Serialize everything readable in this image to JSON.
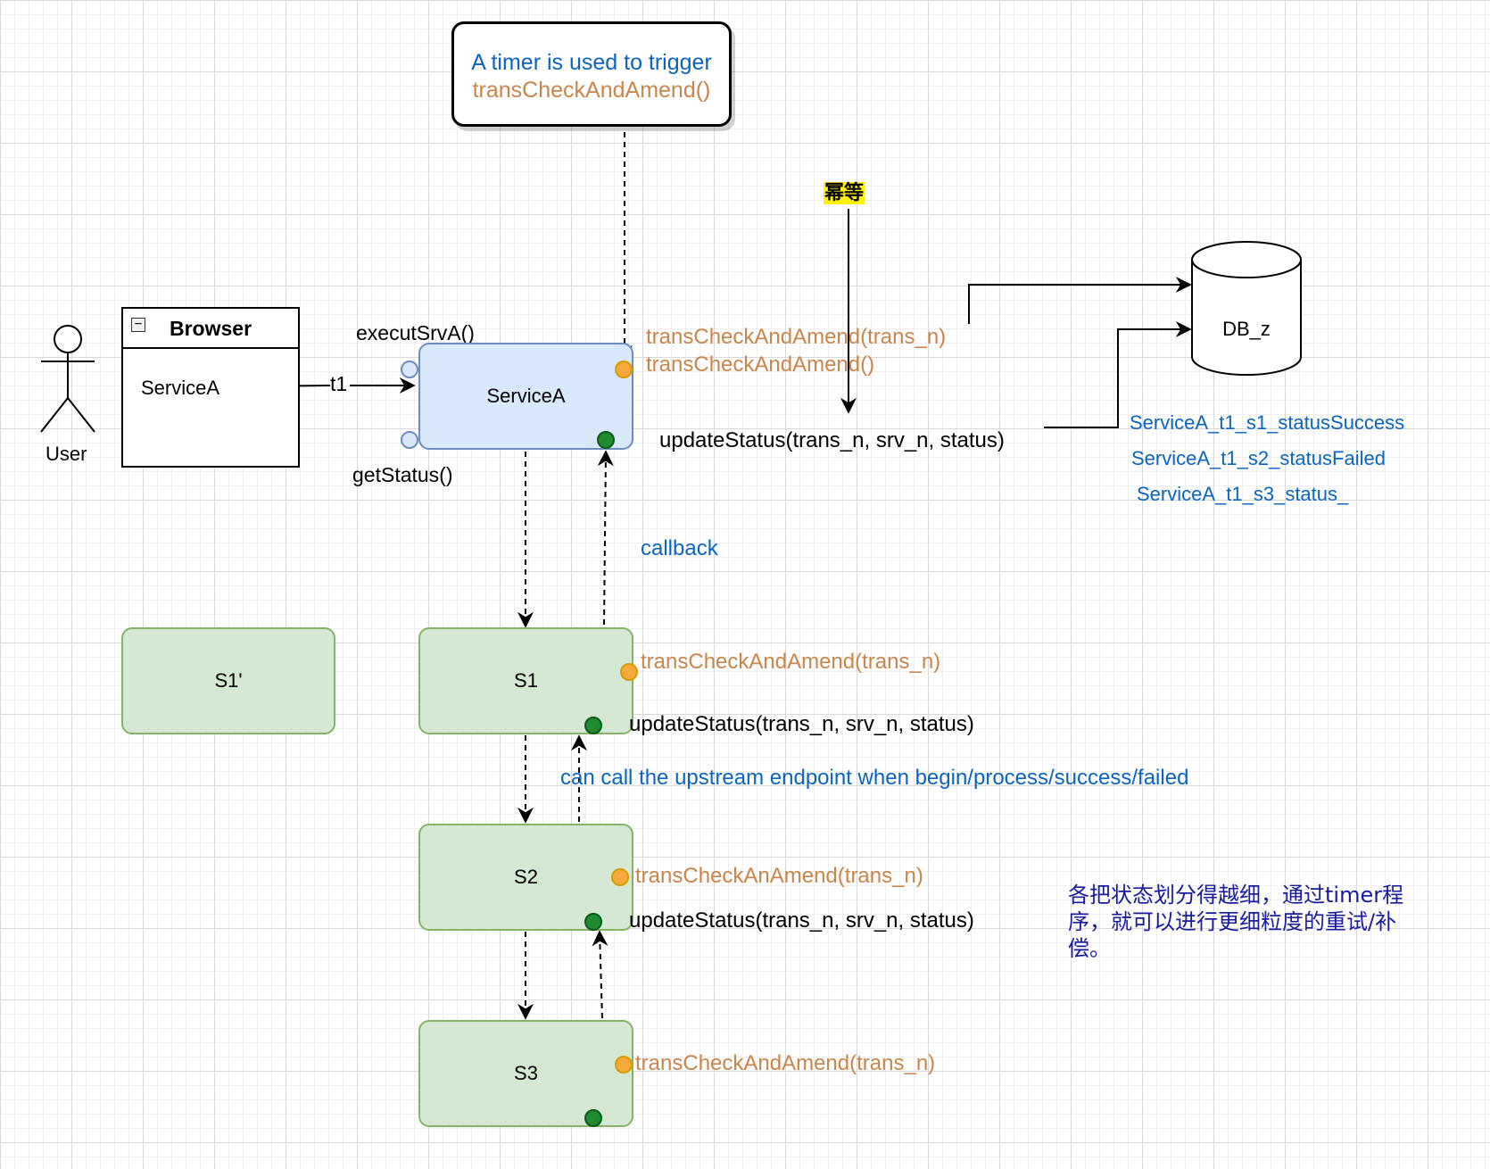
{
  "timer_note": {
    "line1": "A timer is used to trigger",
    "line2": "transCheckAndAmend()"
  },
  "actor": {
    "label": "User"
  },
  "browser": {
    "title": "Browser",
    "collapse_glyph": "−",
    "item": "ServiceA"
  },
  "edges": {
    "t1": "t1"
  },
  "service_a": {
    "label": "ServiceA",
    "execute_label": "executSrvA()",
    "status_label": "getStatus()",
    "check_label_1": "transCheckAndAmend(trans_n)",
    "check_label_2": "transCheckAndAmend()",
    "update_label": "updateStatus(trans_n, srv_n, status)",
    "callback_label": "callback"
  },
  "idempotent_label": "幂等",
  "database": {
    "label": "DB_z",
    "records": [
      "ServiceA_t1_s1_statusSuccess",
      "ServiceA_t1_s2_statusFailed",
      "ServiceA_t1_s3_status_"
    ]
  },
  "s1_prime": {
    "label": "S1'"
  },
  "s1": {
    "label": "S1",
    "check_label": "transCheckAndAmend(trans_n)",
    "update_label": "updateStatus(trans_n, srv_n, status)"
  },
  "upstream_note": "can call the upstream endpoint when begin/process/success/failed",
  "s2": {
    "label": "S2",
    "check_label": "transCheckAnAmend(trans_n)",
    "update_label": "updateStatus(trans_n, srv_n, status)"
  },
  "s3": {
    "label": "S3",
    "check_label": "transCheckAndAmend(trans_n)"
  },
  "chinese_note": "各把状态划分得越细，通过timer程序，就可以进行更细粒度的重试/补偿。",
  "colors": {
    "orange_text": "#c8864a",
    "blue_text": "#0b64c0",
    "navy_text": "#1a1a9e",
    "service_fill": "#dae8fc",
    "service_stroke": "#6c8ebf",
    "sub_fill": "#d5e8d4",
    "sub_stroke": "#82b366",
    "port_orange": "#f5a93a",
    "port_green": "#1f8a2e"
  }
}
